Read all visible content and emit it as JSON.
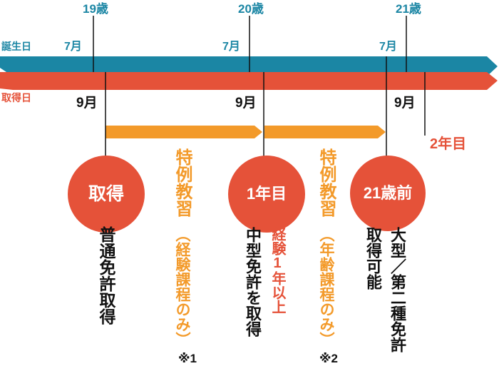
{
  "rows": {
    "birthday_label": "誕生日",
    "acquisition_label": "取得日"
  },
  "ages": [
    "19歳",
    "20歳",
    "21歳"
  ],
  "months_top": [
    "7月",
    "7月",
    "7月"
  ],
  "months_bottom": [
    "9月",
    "9月",
    "9月"
  ],
  "year2_label": "2年目",
  "circles": [
    "取得",
    "1年目",
    "21歳前"
  ],
  "descriptions": {
    "standard_license": "普通免許取得",
    "special_course_1": "特例教習",
    "special_course_1_detail": "（経験課程のみ）",
    "note_1": "※1",
    "experience": "経験1年以上",
    "medium_license": "中型免許を取得",
    "special_course_2": "特例教習",
    "special_course_2_detail": "（年齢課程のみ）",
    "note_2": "※2",
    "eligible": "取得可能",
    "large_license": "大型／第二種免許"
  },
  "colors": {
    "blue": "#1b86a4",
    "red": "#e55239",
    "orange": "#f39a2a"
  }
}
